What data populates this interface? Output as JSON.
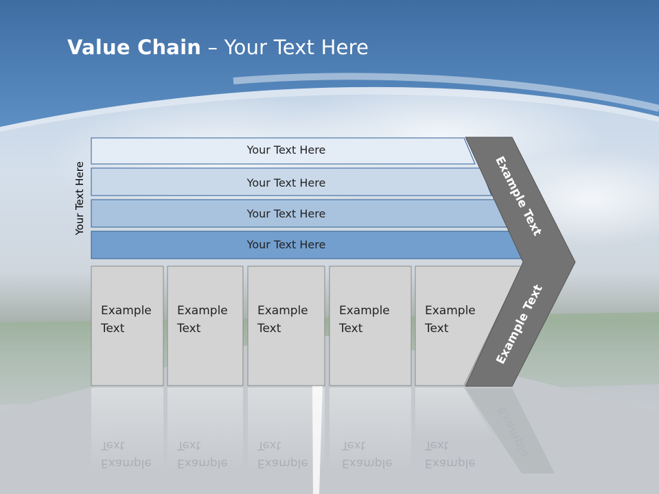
{
  "slide": {
    "title_bold": "Value Chain",
    "title_rest": " – Your Text Here",
    "vertical_label": "Your Text Here"
  },
  "rows": [
    {
      "label": "Your Text Here",
      "color": "#e4ecf6"
    },
    {
      "label": "Your Text Here",
      "color": "#c9d9ea"
    },
    {
      "label": "Your Text Here",
      "color": "#a9c3df"
    },
    {
      "label": "Your Text Here",
      "color": "#739fce"
    }
  ],
  "boxes": [
    {
      "line1": "Example",
      "line2": "Text"
    },
    {
      "line1": "Example",
      "line2": "Text"
    },
    {
      "line1": "Example",
      "line2": "Text"
    },
    {
      "line1": "Example",
      "line2": "Text"
    },
    {
      "line1": "Example",
      "line2": "Text"
    }
  ],
  "chevron": {
    "upper_text": "Example Text",
    "lower_text": "Example Text",
    "reflection_text": "Example",
    "color": "#737373"
  },
  "colors": {
    "header_blue": "#4a7fb8",
    "box_fill": "#d3d3d3",
    "row_border": "#2f5f91"
  }
}
